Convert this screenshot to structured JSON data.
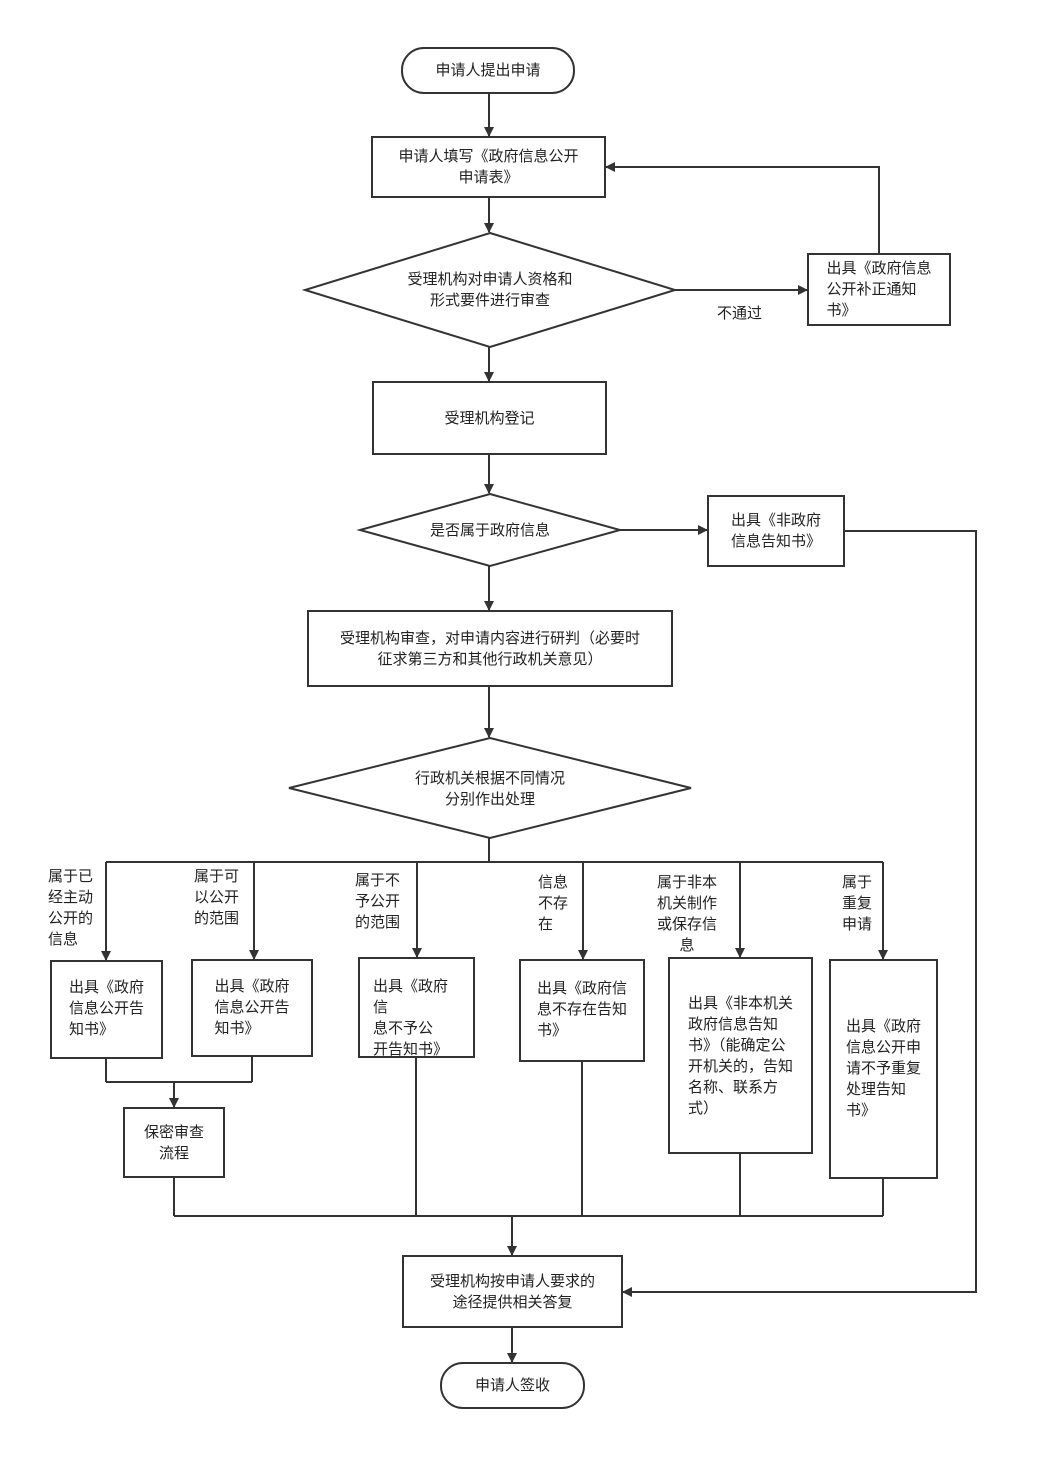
{
  "diagram": {
    "nodes": {
      "start": "申请人提出申请",
      "fill_form": "申请人填写《政府信息公开\n申请表》",
      "review_qual": "受理机构对申请人资格和\n形式要件进行审查",
      "supplement_notice": "出具《政府信息\n公开补正通知\n书》",
      "register": "受理机构登记",
      "is_gov_info": "是否属于政府信息",
      "non_gov_notice": "出具《非政府\n信息告知书》",
      "content_review": "受理机构审查，对申请内容进行研判（必要时\n征求第三方和其他行政机关意见）",
      "handle": "行政机关根据不同情况\n分别作出处理",
      "box_disclosed": "出具《政府\n信息公开告\n知书》",
      "box_open": "出具《政府\n信息公开告\n知书》",
      "box_not_open": "出具《政府信\n息不予公\n开告知书》",
      "box_not_exist": "出具《政府信\n息不存在告知\n书》",
      "box_non_agency": "出具《非本机关\n政府信息告知\n书》（能确定公\n开机关的，告知\n名称、联系方\n式）",
      "box_repeat": "出具《政府\n信息公开申\n请不予重复\n处理告知\n书》",
      "secrecy": "保密审查\n流程",
      "reply": "受理机构按申请人要求的\n途径提供相关答复",
      "end": "申请人签收"
    },
    "edge_labels": {
      "not_passed": "不通过",
      "branch_disclosed": "属于已\n经主动\n公开的\n信息",
      "branch_open": "属于可\n以公开\n的范围",
      "branch_not_open": "属于不\n予公开\n的范围",
      "branch_not_exist": "信息\n不存\n在",
      "branch_non_agency": "属于非本\n机关制作\n或保存信\n息",
      "branch_repeat": "属于\n重复\n申请"
    }
  }
}
